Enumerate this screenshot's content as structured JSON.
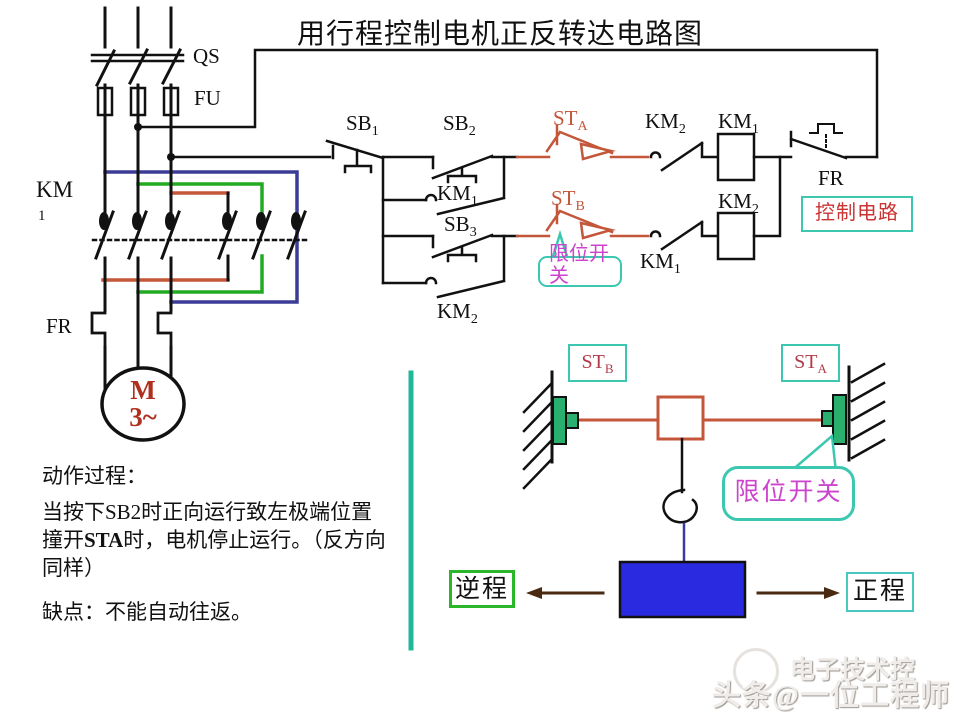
{
  "title": "用行程控制电机正反转达电路图",
  "colors": {
    "orange": "#c4563a",
    "magenta": "#cc44cc",
    "teal": "#3cc8b0",
    "teal2": "#1fb898",
    "teal3": "#49c8c0",
    "green": "#22aa22",
    "green2": "#2ab82a",
    "green-fill": "#2ab06e",
    "blue-wire": "#3c3c96",
    "blue-box": "#2a2ae0",
    "blue-link": "#3a3aa0",
    "red-text": "#cc3333",
    "st-red": "#b03a4a",
    "motor-red": "#b03020",
    "arrow": "#4a2a10"
  },
  "labels": {
    "qs": "QS",
    "fu": "FU",
    "km_main": {
      "base": "KM",
      "sub": "1"
    },
    "fr_main": "FR",
    "motor": {
      "line1": "M",
      "line2": "3~"
    },
    "sb1": {
      "base": "SB",
      "sub": "1"
    },
    "sb2": {
      "base": "SB",
      "sub": "2"
    },
    "sb3": {
      "base": "SB",
      "sub": "3"
    },
    "km1_selfhold": {
      "base": "KM",
      "sub": "1"
    },
    "km2_selfhold": {
      "base": "KM",
      "sub": "2"
    },
    "sta": {
      "base": "ST",
      "sub": "A"
    },
    "stb": {
      "base": "ST",
      "sub": "B"
    },
    "km2_interlock": {
      "base": "KM",
      "sub": "2"
    },
    "km1_coil": {
      "base": "KM",
      "sub": "1"
    },
    "km1_interlock": {
      "base": "KM",
      "sub": "1"
    },
    "km2_coil": {
      "base": "KM",
      "sub": "2"
    },
    "fr_ctrl": "FR",
    "control_circuit": "控制电路",
    "limit_switch_small": "限位开\n关",
    "stb_box": {
      "base": "ST",
      "sub": "B"
    },
    "sta_box": {
      "base": "ST",
      "sub": "A"
    },
    "limit_switch_big": "限位开关",
    "reverse_travel": "逆程",
    "forward_travel": "正程"
  },
  "description": {
    "heading": "动作过程：",
    "body_pre": "当按下SB2时正向运行致左极端位置撞开",
    "body_bold": "STA",
    "body_post": "时，电机停止运行。（反方向同样）",
    "drawback": "缺点：不能自动往返。"
  },
  "watermark": {
    "channel": "电子技术控",
    "credit": "头条@一位工程师"
  }
}
